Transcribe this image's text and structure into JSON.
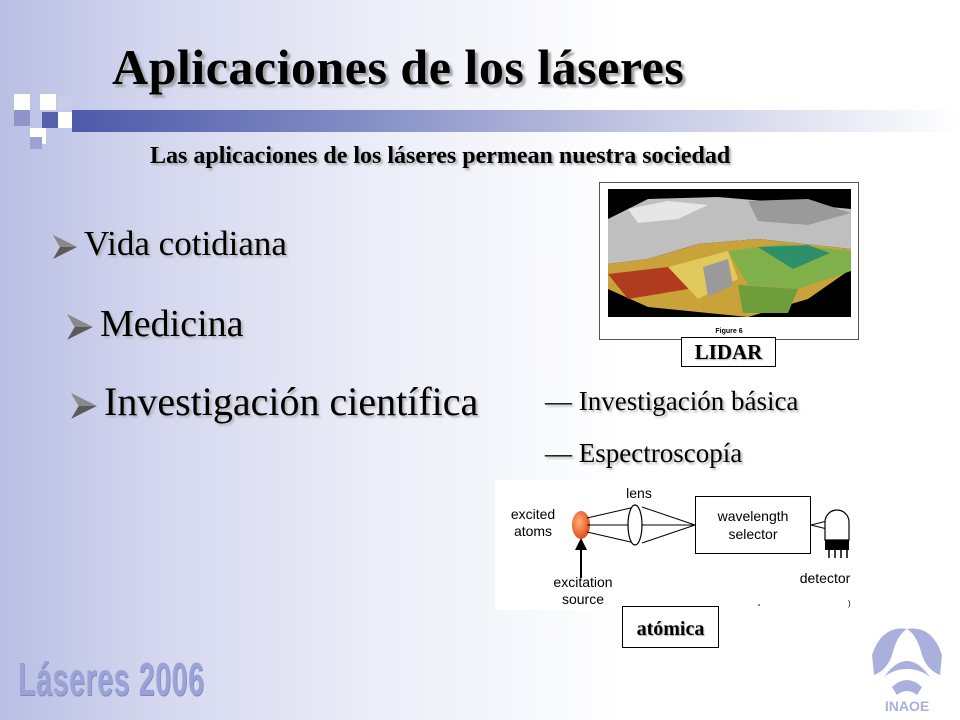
{
  "slide": {
    "title": "Aplicaciones de los láseres",
    "subtitle": "Las aplicaciones de los láseres permean nuestra sociedad"
  },
  "bullets": [
    {
      "label": "Vida cotidiana"
    },
    {
      "label": "Medicina"
    },
    {
      "label": "Investigación científica"
    }
  ],
  "sub_bullets": [
    {
      "dash": "—",
      "label": "Investigación básica"
    },
    {
      "dash": "—",
      "label": "Espectroscopía"
    }
  ],
  "lidar_figure": {
    "caption": "Figure 6",
    "label": "LIDAR"
  },
  "diagram": {
    "excited_atoms": "excited atoms",
    "lens": "lens",
    "wavelength_selector": "wavelength selector",
    "excitation_source": "excitation source",
    "detector": "detector",
    "label": "atómica"
  },
  "footer": {
    "logo_text": "Láseres 2006",
    "institution_logo": "INAOE"
  },
  "colors": {
    "accent": "#4c5aa8",
    "bullet_arrow": "#5a5a5a",
    "logo": "#9aa3d6"
  }
}
